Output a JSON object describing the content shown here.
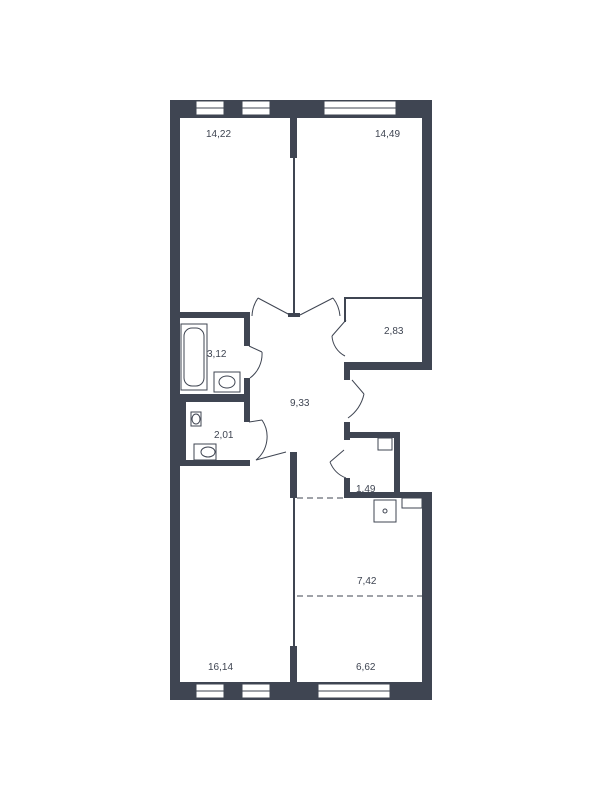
{
  "rooms": [
    {
      "id": "bedroom-top-left",
      "area": "14,22"
    },
    {
      "id": "bedroom-top-right",
      "area": "14,49"
    },
    {
      "id": "closet",
      "area": "2,83"
    },
    {
      "id": "bathroom",
      "area": "3,12"
    },
    {
      "id": "hallway",
      "area": "9,33"
    },
    {
      "id": "toilet",
      "area": "2,01"
    },
    {
      "id": "storage",
      "area": "1,49"
    },
    {
      "id": "kitchen",
      "area": "7,42"
    },
    {
      "id": "bedroom-bottom-left",
      "area": "16,14"
    },
    {
      "id": "living-room",
      "area": "6,62"
    }
  ]
}
